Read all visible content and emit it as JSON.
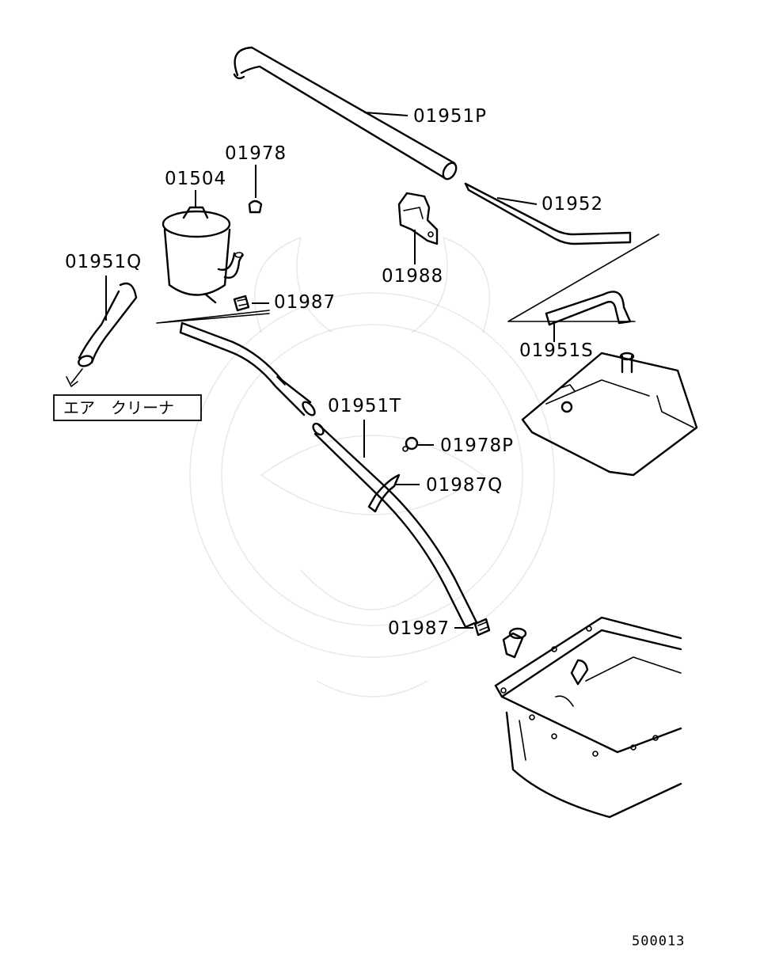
{
  "parts": {
    "p01951P": "01951P",
    "p01978": "01978",
    "p01504": "01504",
    "p01952": "01952",
    "p01988": "01988",
    "p01951Q": "01951Q",
    "p01987_top": "01987",
    "p01951S": "01951S",
    "p01951T": "01951T",
    "p01978P": "01978P",
    "p01987Q": "01987Q",
    "p01987_bottom": "01987"
  },
  "air_cleaner_label": "エア　クリーナ",
  "figure_number": "500013"
}
